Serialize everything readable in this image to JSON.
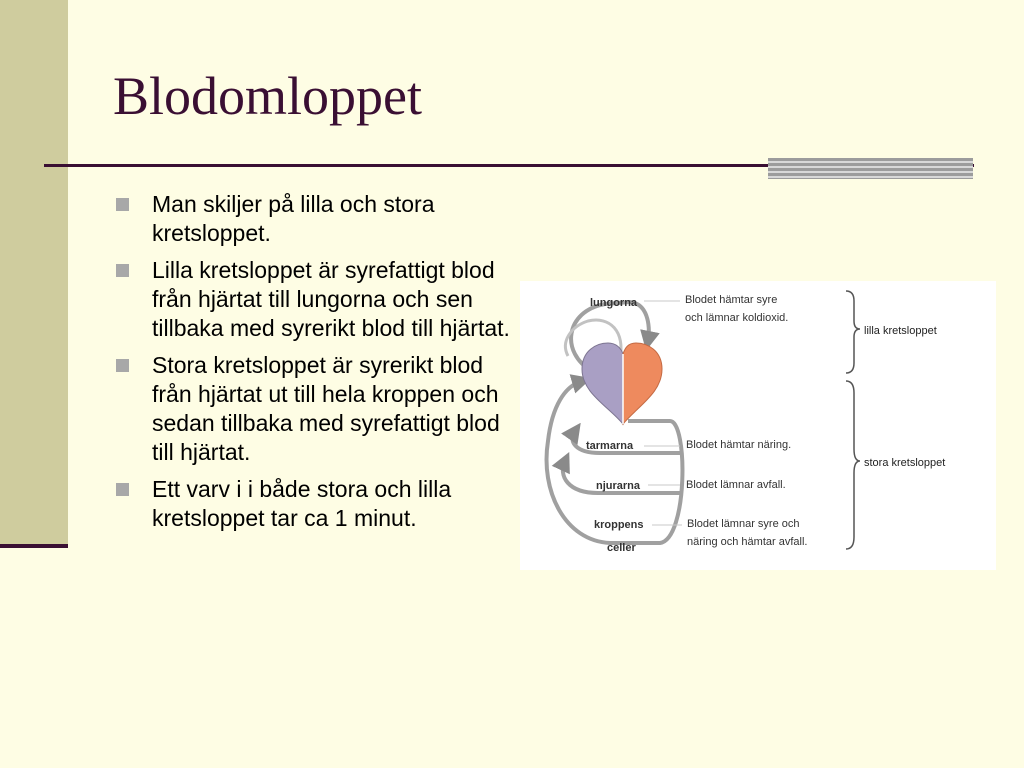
{
  "slide": {
    "title": "Blodomloppet",
    "bullets": [
      "Man skiljer på lilla och stora kretsloppet.",
      "Lilla kretsloppet är syrefattigt blod från hjärtat till lungorna och sen tillbaka med syrerikt blod till hjärtat.",
      "Stora kretsloppet är syrerikt blod från hjärtat ut till hela kroppen och sedan tillbaka med syrefattigt blod till hjärtat.",
      "Ett varv i i både stora och lilla kretsloppet tar ca 1 minut."
    ]
  },
  "diagram": {
    "organs": {
      "lungs": "lungorna",
      "intestines": "tarmarna",
      "kidneys": "njurarna",
      "cells_line1": "kroppens",
      "cells_line2": "celler"
    },
    "notes": {
      "lungs_line1": "Blodet hämtar syre",
      "lungs_line2": "och lämnar koldioxid.",
      "intestines": "Blodet hämtar näring.",
      "kidneys": "Blodet lämnar avfall.",
      "cells_line1": "Blodet lämnar syre och",
      "cells_line2": "näring och hämtar avfall."
    },
    "circuits": {
      "small": "lilla kretsloppet",
      "large": "stora kretsloppet"
    },
    "colors": {
      "oxygen_poor": "#a99fc4",
      "oxygen_rich": "#ee8a5e",
      "vessel": "#a0a0a0"
    }
  }
}
